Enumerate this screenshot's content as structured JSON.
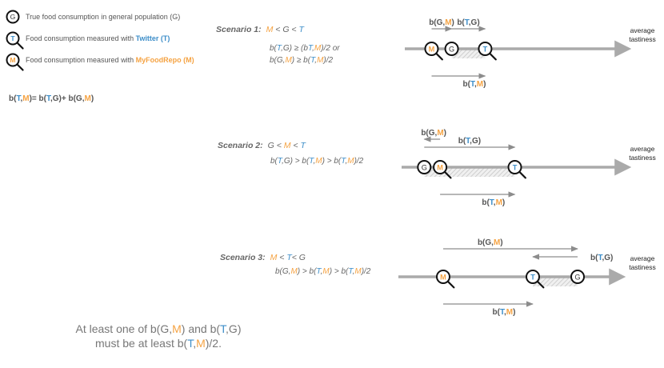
{
  "legend": {
    "items": [
      {
        "symbol": "G",
        "text_parts": [
          {
            "t": "True food consumption in general population (G)",
            "c": ""
          }
        ]
      },
      {
        "symbol": "T",
        "text_parts": [
          {
            "t": "Food consumption measured with ",
            "c": ""
          },
          {
            "t": "Twitter (T)",
            "c": "T B"
          }
        ]
      },
      {
        "symbol": "M",
        "text_parts": [
          {
            "t": "Food consumption measured with ",
            "c": ""
          },
          {
            "t": "MyFoodRepo (M)",
            "c": "M B"
          }
        ]
      }
    ],
    "equation": [
      {
        "t": "b(",
        "c": ""
      },
      {
        "t": "T",
        "c": "T"
      },
      {
        "t": ",",
        "c": ""
      },
      {
        "t": "M",
        "c": "M"
      },
      {
        "t": ")= b(",
        "c": ""
      },
      {
        "t": "T",
        "c": "T"
      },
      {
        "t": ",G)+ b(G,",
        "c": ""
      },
      {
        "t": "M",
        "c": "M"
      },
      {
        "t": ")",
        "c": ""
      }
    ]
  },
  "axis_caption": [
    "average",
    "tastiness"
  ],
  "scenarios": [
    {
      "name": "scenario-1",
      "label": "Scenario 1:",
      "condition": [
        {
          "t": "M",
          "c": "M"
        },
        {
          "t": " < G < ",
          "c": ""
        },
        {
          "t": "T",
          "c": "T"
        }
      ],
      "inequalities": [
        [
          {
            "t": "b(",
            "c": ""
          },
          {
            "t": "T",
            "c": "T"
          },
          {
            "t": ",G)  ≥ (b",
            "c": ""
          },
          {
            "t": "T",
            "c": "T"
          },
          {
            "t": ",",
            "c": ""
          },
          {
            "t": "M",
            "c": "M"
          },
          {
            "t": ")/2 or",
            "c": ""
          }
        ],
        [
          {
            "t": "b(G,",
            "c": ""
          },
          {
            "t": "M",
            "c": "M"
          },
          {
            "t": ") ≥ b(",
            "c": ""
          },
          {
            "t": "T",
            "c": "T"
          },
          {
            "t": ",",
            "c": ""
          },
          {
            "t": "M",
            "c": "M"
          },
          {
            "t": ")/2",
            "c": ""
          }
        ]
      ],
      "positions": {
        "M": 0.12,
        "G": 0.21,
        "T": 0.36
      },
      "arrows": [
        {
          "from": "M",
          "to": "G",
          "row": "above",
          "label": [
            {
              "t": "b(G,",
              "c": ""
            },
            {
              "t": "M",
              "c": "M"
            },
            {
              "t": ")",
              "c": ""
            }
          ]
        },
        {
          "from": "G",
          "to": "T",
          "row": "above",
          "label": [
            {
              "t": "b(",
              "c": ""
            },
            {
              "t": "T",
              "c": "T"
            },
            {
              "t": ",G)",
              "c": ""
            }
          ]
        },
        {
          "from": "M",
          "to": "T",
          "row": "below",
          "label": [
            {
              "t": "b(",
              "c": ""
            },
            {
              "t": "T",
              "c": "T"
            },
            {
              "t": ",",
              "c": ""
            },
            {
              "t": "M",
              "c": "M"
            },
            {
              "t": ")",
              "c": ""
            }
          ]
        }
      ]
    },
    {
      "name": "scenario-2",
      "label": "Scenario 2:",
      "condition": [
        {
          "t": "G < ",
          "c": ""
        },
        {
          "t": "M",
          "c": "M"
        },
        {
          "t": " < ",
          "c": ""
        },
        {
          "t": "T",
          "c": "T"
        }
      ],
      "inequalities": [
        [
          {
            "t": "b(",
            "c": ""
          },
          {
            "t": "T",
            "c": "T"
          },
          {
            "t": ",G) > b(",
            "c": ""
          },
          {
            "t": "T",
            "c": "T"
          },
          {
            "t": ",",
            "c": ""
          },
          {
            "t": "M",
            "c": "M"
          },
          {
            "t": ") > b(",
            "c": ""
          },
          {
            "t": "T",
            "c": "T"
          },
          {
            "t": ",",
            "c": ""
          },
          {
            "t": "M",
            "c": "M"
          },
          {
            "t": ")/2",
            "c": ""
          }
        ]
      ],
      "positions": {
        "G": 0.1,
        "M": 0.17,
        "T": 0.5
      },
      "arrows": [
        {
          "from": "M",
          "to": "G",
          "row": "above2",
          "label": [
            {
              "t": "b(G,",
              "c": ""
            },
            {
              "t": "M",
              "c": "M"
            },
            {
              "t": ")",
              "c": ""
            }
          ]
        },
        {
          "from": "G",
          "to": "T",
          "row": "above",
          "label": [
            {
              "t": "b(",
              "c": ""
            },
            {
              "t": "T",
              "c": "T"
            },
            {
              "t": ",G)",
              "c": ""
            }
          ]
        },
        {
          "from": "M",
          "to": "T",
          "row": "below",
          "label": [
            {
              "t": "b(",
              "c": ""
            },
            {
              "t": "T",
              "c": "T"
            },
            {
              "t": ",",
              "c": ""
            },
            {
              "t": "M",
              "c": "M"
            },
            {
              "t": ")",
              "c": ""
            }
          ]
        }
      ]
    },
    {
      "name": "scenario-3",
      "label": "Scenario 3:",
      "condition": [
        {
          "t": "M",
          "c": "M"
        },
        {
          "t": " < ",
          "c": ""
        },
        {
          "t": "T",
          "c": "T"
        },
        {
          "t": "< G",
          "c": ""
        }
      ],
      "inequalities": [
        [
          {
            "t": "b(G,",
            "c": ""
          },
          {
            "t": "M",
            "c": "M"
          },
          {
            "t": ") > b(",
            "c": ""
          },
          {
            "t": "T",
            "c": "T"
          },
          {
            "t": ",",
            "c": ""
          },
          {
            "t": "M",
            "c": "M"
          },
          {
            "t": ") > b(",
            "c": ""
          },
          {
            "t": "T",
            "c": "T"
          },
          {
            "t": ",",
            "c": ""
          },
          {
            "t": "M",
            "c": "M"
          },
          {
            "t": ")/2",
            "c": ""
          }
        ]
      ],
      "positions": {
        "M": 0.2,
        "T": 0.6,
        "G": 0.8
      },
      "arrows": [
        {
          "from": "M",
          "to": "G",
          "row": "above2",
          "label": [
            {
              "t": "b(G,",
              "c": ""
            },
            {
              "t": "M",
              "c": "M"
            },
            {
              "t": ")",
              "c": ""
            }
          ]
        },
        {
          "from": "G",
          "to": "T",
          "row": "above",
          "label": [
            {
              "t": "b(",
              "c": ""
            },
            {
              "t": "T",
              "c": "T"
            },
            {
              "t": ",G)",
              "c": ""
            }
          ]
        },
        {
          "from": "M",
          "to": "T",
          "row": "below",
          "label": [
            {
              "t": "b(",
              "c": ""
            },
            {
              "t": "T",
              "c": "T"
            },
            {
              "t": ",",
              "c": ""
            },
            {
              "t": "M",
              "c": "M"
            },
            {
              "t": ")",
              "c": ""
            }
          ]
        }
      ]
    }
  ],
  "footer": [
    [
      {
        "t": "At least one of b(G,",
        "c": ""
      },
      {
        "t": "M",
        "c": "M"
      },
      {
        "t": ") and b(",
        "c": ""
      },
      {
        "t": "T",
        "c": "T"
      },
      {
        "t": ",G)",
        "c": ""
      }
    ],
    [
      {
        "t": "must be at least b(",
        "c": ""
      },
      {
        "t": "T",
        "c": "T"
      },
      {
        "t": ",",
        "c": ""
      },
      {
        "t": "M",
        "c": "M"
      },
      {
        "t": ")/2.",
        "c": ""
      }
    ]
  ],
  "colors": {
    "T": "#3d8ec9",
    "M": "#f5a343",
    "axis": "#aaaaaa",
    "arrow": "#8c8c8c",
    "hatch": "#bbbbbb"
  }
}
